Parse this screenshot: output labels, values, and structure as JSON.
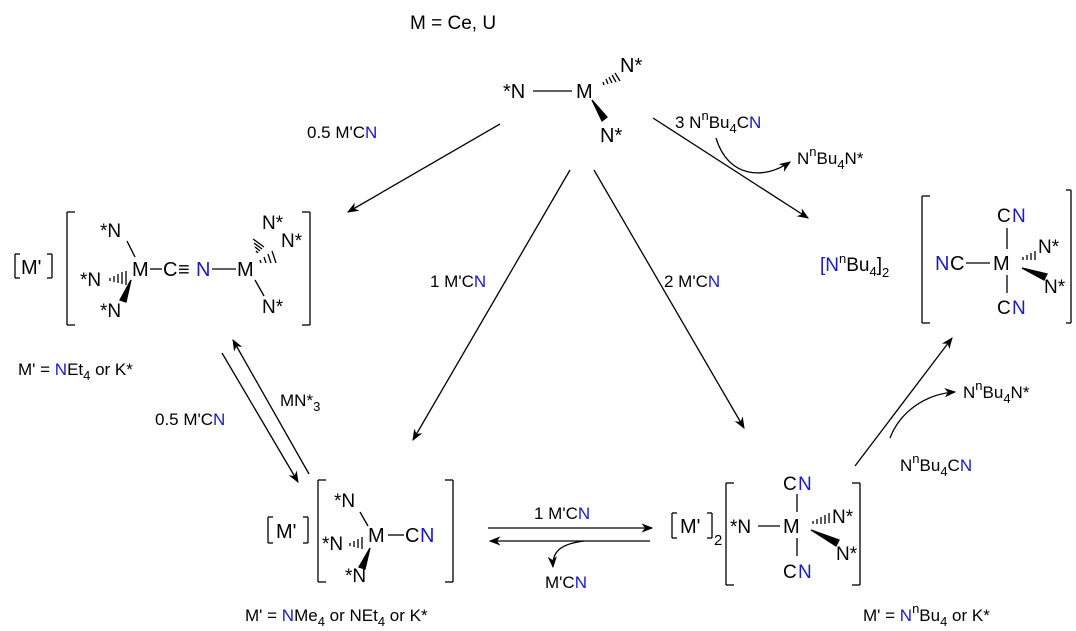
{
  "colors": {
    "ink": "#000000",
    "nitrogen": "#1a1acc"
  },
  "header": {
    "text": "M = Ce, U"
  },
  "center_complex": {
    "nl": "*N",
    "m": "M",
    "nr1": "N*",
    "nr2": "N*"
  },
  "top_right": {
    "p1": "3 N",
    "p2": "n",
    "p3": "Bu",
    "p4": "4",
    "p5": "C",
    "p6": "N",
    "q1": "N",
    "q2": "n",
    "q3": "Bu",
    "q4": "4",
    "q5": "N*"
  },
  "top_left_arrow": {
    "a": "0.5 M'C",
    "b": "N"
  },
  "center_arrows": {
    "l1": "1 M'C",
    "l2": "N",
    "r1": "2 M'C",
    "r2": "N"
  },
  "dimer": {
    "cation": "M'",
    "n1": "*N",
    "n2": "*N",
    "n3": "*N",
    "m1": "M",
    "bridge_c": "C",
    "triple": "≡",
    "bridge_n": "N",
    "dash": "–",
    "m2": "M",
    "r1": "N*",
    "r2": "N*",
    "r3": "N*",
    "label_a": "M' = ",
    "label_b": "N",
    "label_c": "Et",
    "label_d": "4",
    "label_e": " or K*"
  },
  "left_equilibrium": {
    "down1": "0.5 M'C",
    "down2": "N",
    "up1": "MN*",
    "up2": "3"
  },
  "monocyanide": {
    "cation": "M'",
    "n1": "*N",
    "n2": "*N",
    "n3": "*N",
    "m": "M",
    "dash": "–",
    "c": "C",
    "nn": "N",
    "label_a": "M' = ",
    "label_b": "N",
    "label_c": "Me",
    "label_d": "4",
    "label_e": " or NEt",
    "label_f": "4",
    "label_g": "  or K*"
  },
  "bottom_arrows": {
    "f1": "1 M'C",
    "f2": "N",
    "b1": "M'C",
    "b2": "N"
  },
  "dicyanide": {
    "cation": "M'",
    "sub": "2",
    "nl": "*N",
    "dash": "–",
    "m": "M",
    "ct": "C",
    "ctn": "N",
    "cb": "C",
    "cbn": "N",
    "r1": "N*",
    "r2": "N*",
    "label_a": "M' = ",
    "label_b": "N",
    "label_c": "n",
    "label_d": "Bu",
    "label_e": "4",
    "label_f": " or K*"
  },
  "right_arrow": {
    "p1": "N",
    "p2": "n",
    "p3": "Bu",
    "p4": "4",
    "p5": "N*",
    "q1": "N",
    "q2": "n",
    "q3": "Bu",
    "q4": "4",
    "q5": "C",
    "q6": "N"
  },
  "tetracyanide": {
    "cat1": "[N",
    "cat2": "n",
    "cat3": "Bu",
    "cat4": "4",
    "cat5": "]",
    "cat6": "2",
    "nc_n": "N",
    "nc_c": "C",
    "dash": "–",
    "m": "M",
    "ct": "C",
    "ctn": "N",
    "cb": "C",
    "cbn": "N",
    "r1": "N*",
    "r2": "N*"
  }
}
